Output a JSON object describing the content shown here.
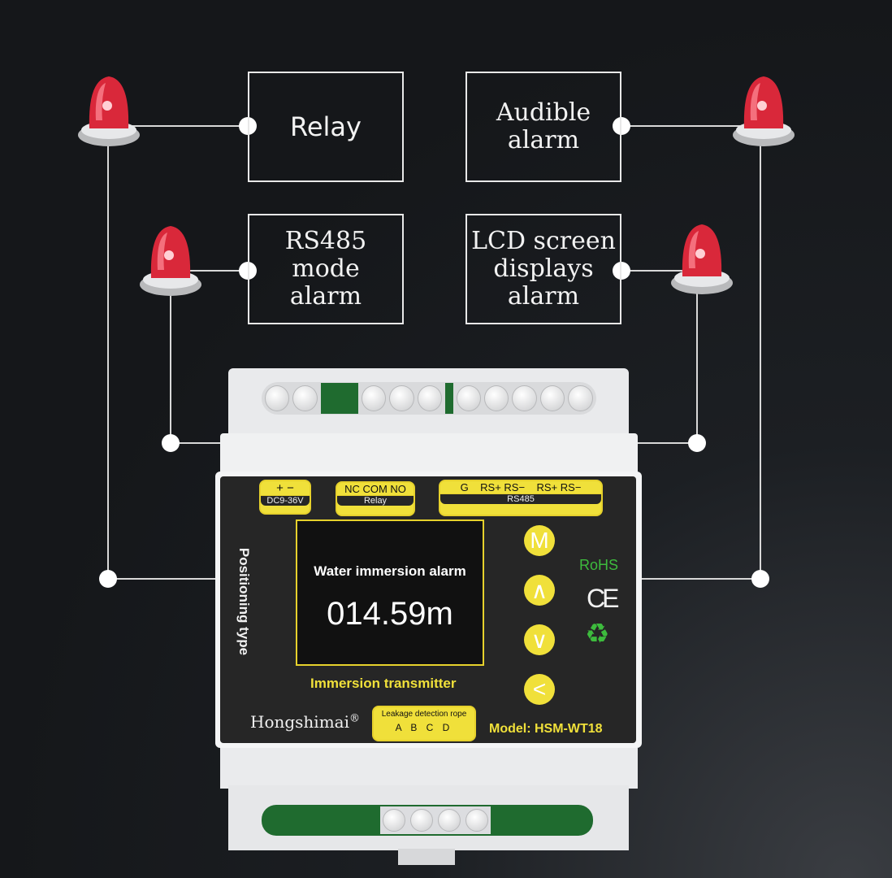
{
  "boxes": {
    "relay": "Relay",
    "audible": "Audible alarm",
    "rs485": "RS485 mode alarm",
    "lcd": "LCD screen displays alarm"
  },
  "device": {
    "power_top": "+ −",
    "power_bot": "DC9-36V",
    "relay_top": "NC COM NO",
    "relay_bot": "Relay",
    "rs_top": "G    RS+ RS−    RS+ RS−",
    "rs_bot": "RS485",
    "screen_title": "Water immersion alarm",
    "screen_value": "014.59m",
    "vertical_label": "Positioning type",
    "caption": "Immersion transmitter",
    "brand": "Hongshimai",
    "brand_mark": "®",
    "rope_top": "Leakage detection rope",
    "rope_bot": "A B C D",
    "model": "Model: HSM-WT18",
    "rohs": "RoHS",
    "ce": "CE",
    "buttons": [
      "M",
      "∧",
      "∨",
      "<"
    ]
  },
  "colors": {
    "accent_yellow": "#f0e03a",
    "lamp_red": "#e0283a",
    "rohs_green": "#3dbb3d"
  }
}
